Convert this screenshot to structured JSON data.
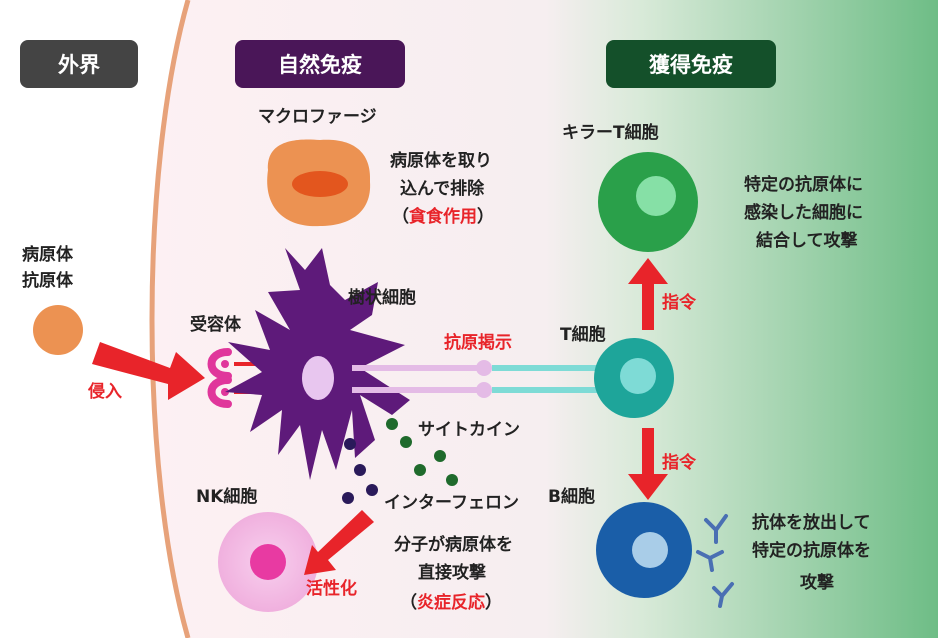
{
  "headers": {
    "external": "外界",
    "innate": "自然免疫",
    "acquired": "獲得免疫"
  },
  "external": {
    "pathogen_line1": "病原体",
    "pathogen_line2": "抗原体",
    "invasion": "侵入"
  },
  "innate": {
    "macrophage": "マクロファージ",
    "macrophage_desc_line1": "病原体を取り",
    "macrophage_desc_line2": "込んで排除",
    "macrophage_desc_open": "（",
    "macrophage_desc_highlight": "貪食作用",
    "macrophage_desc_close": "）",
    "receptor": "受容体",
    "dendritic": "樹状細胞",
    "antigen_presentation": "抗原掲示",
    "cytokine": "サイトカイン",
    "interferon": "インターフェロン",
    "nk_cell": "NK細胞",
    "activation": "活性化",
    "molecule_desc_line1": "分子が病原体を",
    "molecule_desc_line2": "直接攻撃",
    "molecule_desc_open": "（",
    "molecule_desc_highlight": "炎症反応",
    "molecule_desc_close": "）"
  },
  "acquired": {
    "killer_t": "キラーT細胞",
    "killer_desc_line1": "特定の抗原体に",
    "killer_desc_line2": "感染した細胞に",
    "killer_desc_line3": "結合して攻撃",
    "command_up": "指令",
    "t_cell": "T細胞",
    "command_down": "指令",
    "b_cell": "B細胞",
    "b_desc_line1": "抗体を放出して",
    "b_desc_line2": "特定の抗原体を",
    "b_desc_line3": "攻撃"
  },
  "colors": {
    "header_external": "#444444",
    "header_innate": "#4a1658",
    "header_acquired": "#14502a",
    "membrane": "#e7a27a",
    "macrophage": "#ec9252",
    "dendritic": "#5e1a7a",
    "killer_t": "#2aa04a",
    "t_cell": "#1ea59a",
    "b_cell": "#1a5ea8",
    "arrow_red": "#e8242a",
    "receptor": "#e0369b",
    "nk_cell": "#f4b6e0"
  }
}
